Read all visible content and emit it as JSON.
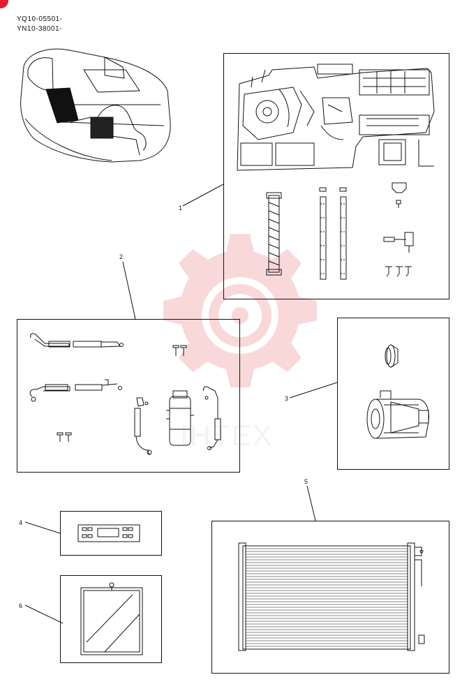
{
  "header": {
    "serial_1": "YQ10-05501-",
    "serial_2": "YN10-38001-"
  },
  "callouts": [
    "1",
    "2",
    "3",
    "4",
    "5",
    "6"
  ],
  "watermark": {
    "text": "IHTEX",
    "color": "#e8505b"
  },
  "colors": {
    "line": "#111111",
    "corner_mark": "#e0202a"
  }
}
